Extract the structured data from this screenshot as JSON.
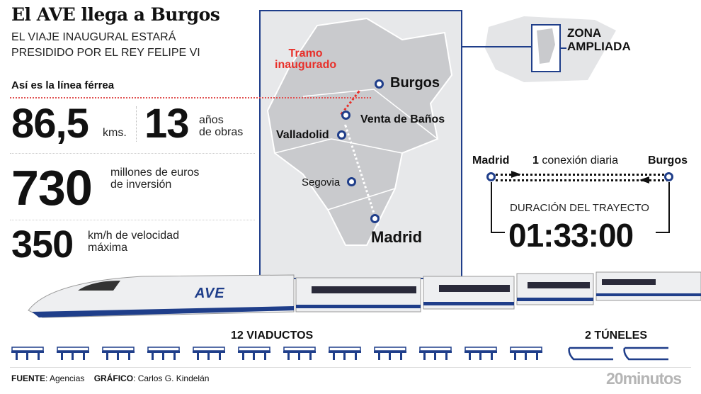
{
  "header": {
    "title": "El AVE llega a Burgos",
    "subtitle_line1": "EL VIAJE INAUGURAL ESTARÁ",
    "subtitle_line2": "PRESIDIDO POR EL REY FELIPE VI",
    "section": "Así es la línea férrea"
  },
  "stats": {
    "distance": {
      "value": "86,5",
      "unit": "kms."
    },
    "years": {
      "value": "13",
      "unit_line1": "años",
      "unit_line2": "de obras"
    },
    "investment": {
      "value": "730",
      "unit_line1": "millones de euros",
      "unit_line2": "de inversión"
    },
    "speed": {
      "value": "350",
      "unit_line1": "km/h de velocidad",
      "unit_line2": "máxima"
    }
  },
  "map": {
    "tramo_line1": "Tramo",
    "tramo_line2": "inaugurado",
    "cities": [
      "Burgos",
      "Venta de Baños",
      "Valladolid",
      "Segovia",
      "Madrid"
    ],
    "zona_line1": "ZONA",
    "zona_line2": "AMPLIADA"
  },
  "trip": {
    "from": "Madrid",
    "to": "Burgos",
    "connections_count": "1",
    "connections_label": "conexión diaria",
    "duration_label": "DURACIÓN DEL TRAYECTO",
    "duration": "01:33:00"
  },
  "train": {
    "logo": "AVE"
  },
  "infrastructure": {
    "viaducts_label": "12 VIADUCTOS",
    "viaducts_count": 12,
    "tunnels_label": "2 TÚNELES",
    "tunnels_count": 2
  },
  "footer": {
    "source_label": "FUENTE",
    "source": ": Agencias",
    "graphic_label": "GRÁFICO",
    "graphic": ": Carlos G. Kindelán",
    "brand": "20minutos"
  },
  "colors": {
    "accent_red": "#e8302a",
    "blue": "#1f3e8a"
  }
}
